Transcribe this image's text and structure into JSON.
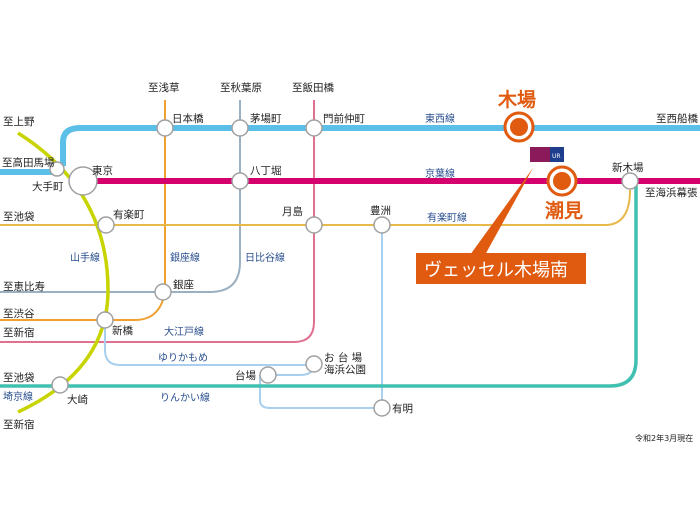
{
  "colors": {
    "tozai": "#5bbfe8",
    "keiyo": "#d4006e",
    "yamanote": "#c8d400",
    "yurakucho": "#e8b94a",
    "ginza": "#f0a030",
    "hibiya": "#9bb0c0",
    "oedo": "#e07090",
    "yurikamome": "#a8cfee",
    "rinkai": "#40c0b0",
    "accent": "#e05a10"
  },
  "directions": {
    "ueno": "至上野",
    "takadanobaba": "至高田馬場",
    "ikebukuro1": "至池袋",
    "ebisu": "至恵比寿",
    "shibuya": "至渋谷",
    "shinjuku1": "至新宿",
    "ikebukuro2": "至池袋",
    "shinjuku2": "至新宿",
    "asakusa": "至浅草",
    "akihabara": "至秋葉原",
    "iidabashi": "至飯田橋",
    "nishifunabashi": "至西船橋",
    "kaihinmakuhari": "至海浜幕張"
  },
  "stations": {
    "nihonbashi": "日本橋",
    "kayabacho": "茅場町",
    "monzennakacho": "門前仲町",
    "tokyo": "東京",
    "otemachi": "大手町",
    "hatchobori": "八丁堀",
    "yurakucho": "有楽町",
    "tsukishima": "月島",
    "toyosu": "豊洲",
    "ginza": "銀座",
    "shimbashi": "新橋",
    "odaiba": "お 台 場",
    "odaiba2": "海浜公園",
    "daiba": "台場",
    "ariake": "有明",
    "osaki": "大崎",
    "shinkiba": "新木場",
    "kiba": "木場",
    "shiomi": "潮見"
  },
  "lines": {
    "tozai": "東西線",
    "keiyo": "京葉線",
    "yurakucho": "有楽町線",
    "yamanote": "山手線",
    "ginza": "銀座線",
    "hibiya": "日比谷線",
    "oedo": "大江戸線",
    "yurikamome": "ゆりかもめ",
    "rinkai": "りんかい線",
    "saikyo": "埼京線"
  },
  "property": {
    "name": "ヴェッセル木場南",
    "logo": "UR"
  },
  "note": "令和2年3月現在"
}
